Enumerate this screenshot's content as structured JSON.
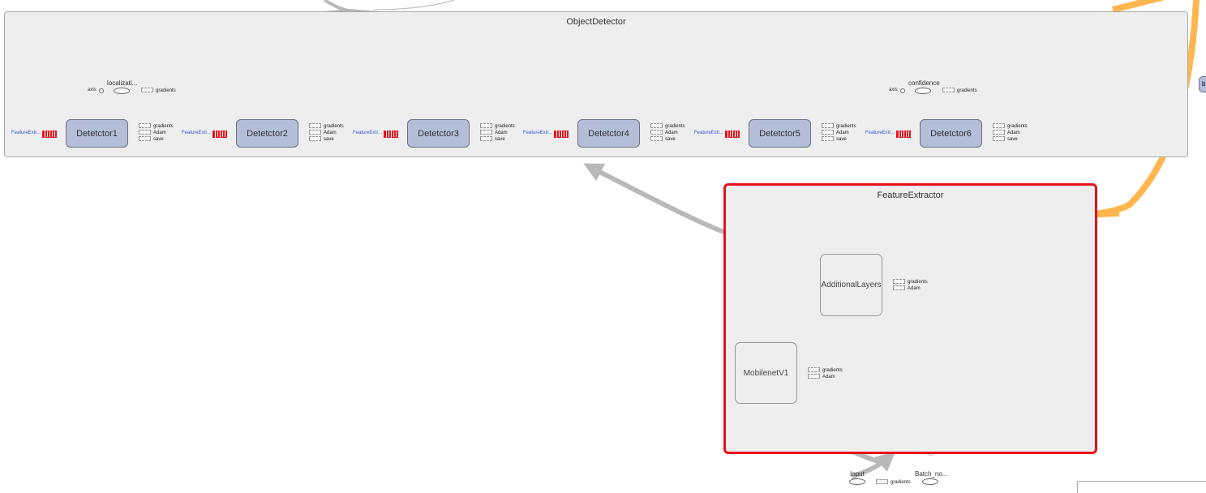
{
  "groups": {
    "object_detector": "ObjectDetector",
    "feature_extractor": "FeatureExtractor"
  },
  "detectors": [
    "Detetctor1",
    "Detetctor2",
    "Detetctor3",
    "Detetctor4",
    "Detetctor5",
    "Detetctor6"
  ],
  "aux_labels": [
    "gradients",
    "Adam",
    "save"
  ],
  "feature_extr_label": "FeatureExtr...",
  "ops": {
    "localization": "localizati...",
    "confidence": "confidence",
    "axis": "axis",
    "gradients": "gradients"
  },
  "fe_nodes": {
    "additional": "AdditionalLayers",
    "mobilenet": "MobilenetV1",
    "gradients": "gradients",
    "adam": "Adam"
  },
  "inputs": {
    "input": "Input",
    "batch": "Batch_no...",
    "gradients": "gradients"
  },
  "colors": {
    "edge": "#b9b9b9",
    "highlight_edge": "#ffb64f",
    "node_fill": "#b4bed9",
    "selection": "#e8111a"
  }
}
